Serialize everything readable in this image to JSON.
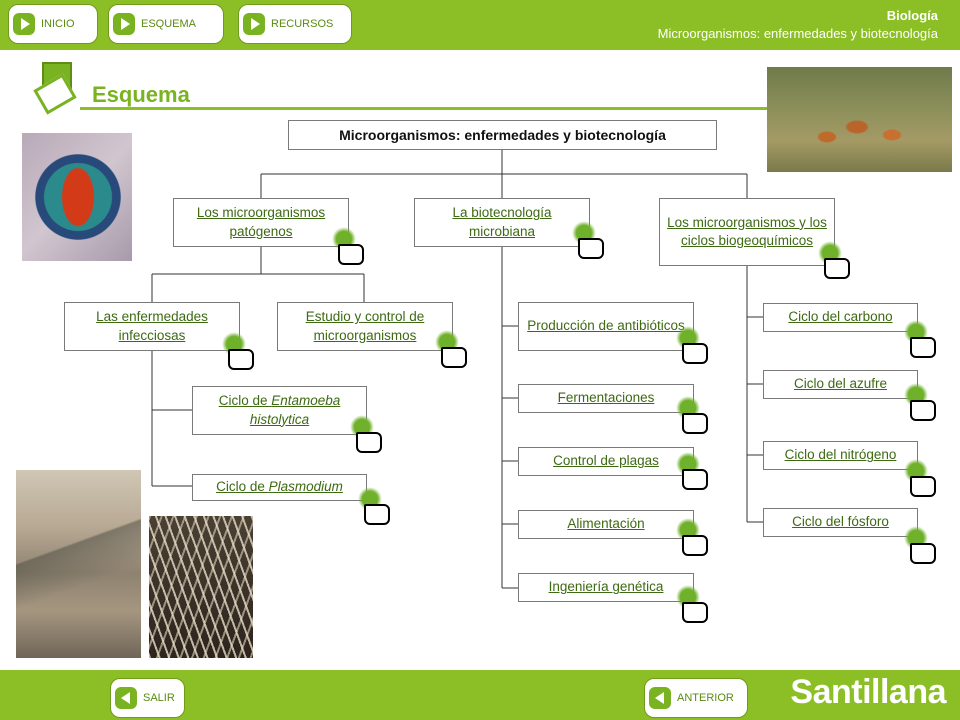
{
  "header": {
    "nav": [
      {
        "label": "INICIO"
      },
      {
        "label": "ESQUEMA"
      },
      {
        "label": "RECURSOS"
      }
    ],
    "subject": "Biología",
    "unit": "Microorganismos: enfermedades y biotecnología"
  },
  "page": {
    "title": "Esquema"
  },
  "scheme": {
    "root": "Microorganismos: enfermedades y biotecnología",
    "branches": {
      "patogenos": "Los microorganismos patógenos",
      "biotecnologia": "La biotecnología microbiana",
      "ciclos": "Los microorganismos y los ciclos biogeoquímicos"
    },
    "patogenos_children": {
      "enfermedades": "Las enfermedades infecciosas",
      "estudio": "Estudio y control de microorganismos"
    },
    "enfermedades_children": {
      "entamoeba_prefix": "Ciclo de ",
      "entamoeba_italic": "Entamoeba histolytica",
      "plasmodium_prefix": "Ciclo de ",
      "plasmodium_italic": "Plasmodium"
    },
    "biotecnologia_children": [
      "Producción de antibióticos",
      "Fermentaciones",
      "Control de plagas",
      "Alimentación",
      "Ingeniería genética"
    ],
    "ciclos_children": [
      "Ciclo del carbono",
      "Ciclo del azufre",
      "Ciclo del nitrógeno",
      "Ciclo del fósforo"
    ]
  },
  "icons": {
    "link_cursor": "hand-pointer-icon",
    "nav_arrow": "play-arrow-icon"
  },
  "footer": {
    "salir": "SALIR",
    "anterior": "ANTERIOR",
    "brand": "Santillana"
  },
  "colors": {
    "accent": "#8cbf26",
    "title": "#7ab321",
    "link": "#3d6a12"
  }
}
